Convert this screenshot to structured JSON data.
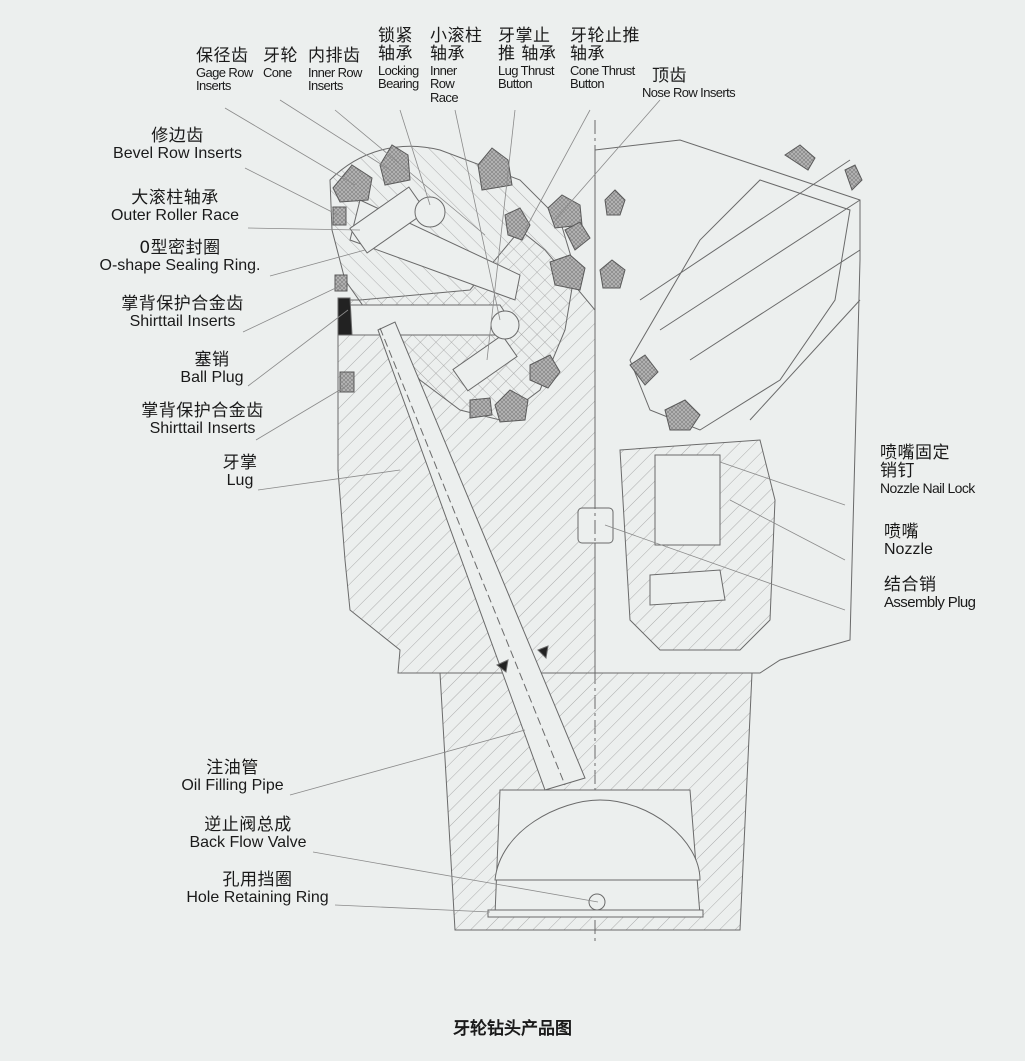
{
  "caption": "牙轮钻头产品图",
  "labels": {
    "gage": {
      "zh": "保径齿",
      "en": "Gage Row Inserts"
    },
    "cone": {
      "zh": "牙轮",
      "en": "Cone"
    },
    "inner_row": {
      "zh": "内排齿",
      "en": "Inner Row Inserts"
    },
    "locking": {
      "zh": "锁紧 轴承",
      "en": "Locking Bearing"
    },
    "inner_race": {
      "zh": "小滚柱 轴承",
      "en": "Inner Row Race"
    },
    "lug_thrust": {
      "zh": "牙掌止推 轴承",
      "en": "Lug Thrust Button"
    },
    "cone_thrust": {
      "zh": "牙轮止推 轴承",
      "en": "Cone Thrust Button"
    },
    "nose": {
      "zh": "顶齿",
      "en": "Nose Row Inserts"
    },
    "bevel": {
      "zh": "修边齿",
      "en": "Bevel Row Inserts"
    },
    "outer_race": {
      "zh": "大滚柱轴承",
      "en": "Outer Roller Race"
    },
    "oring": {
      "zh": "0型密封圈",
      "en": "O-shape Sealing Ring."
    },
    "shirttail1": {
      "zh": "掌背保护合金齿",
      "en": "Shirttail Inserts"
    },
    "ball_plug": {
      "zh": "塞销",
      "en": "Ball Plug"
    },
    "shirttail2": {
      "zh": "掌背保护合金齿",
      "en": "Shirttail Inserts"
    },
    "lug": {
      "zh": "牙掌",
      "en": "Lug"
    },
    "nozzle_lock": {
      "zh": "喷嘴固定 销钉",
      "en": "Nozzle Nail Lock"
    },
    "nozzle": {
      "zh": "喷嘴",
      "en": "Nozzle"
    },
    "assembly_plug": {
      "zh": "结合销",
      "en": "Assembly Plug"
    },
    "oil_pipe": {
      "zh": "注油管",
      "en": "Oil Filling Pipe"
    },
    "back_valve": {
      "zh": "逆止阀总成",
      "en": "Back Flow Valve"
    },
    "retaining_ring": {
      "zh": "孔用挡圈",
      "en": "Hole Retaining Ring"
    }
  },
  "colors": {
    "background": "#ecefee",
    "line": "#6a6a6a",
    "insert": "#a9a9a9",
    "text": "#1a1a1a"
  }
}
